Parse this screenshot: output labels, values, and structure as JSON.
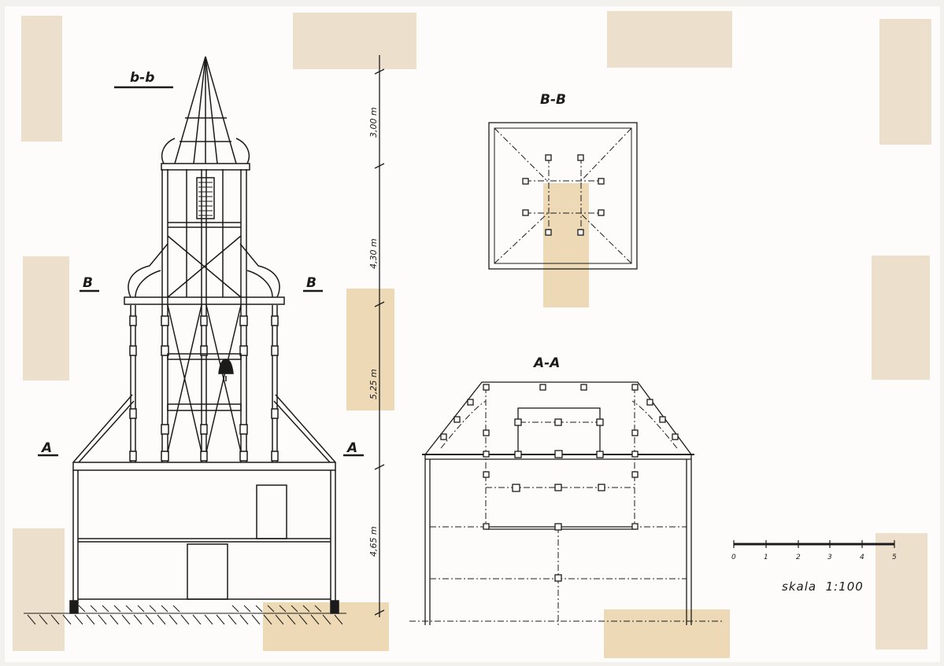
{
  "labels": {
    "section_b_small": "b-b",
    "section_B_left": "B",
    "section_B_right": "B",
    "section_A_left": "A",
    "section_A_right": "A",
    "plan_BB_title": "B-B",
    "plan_AA_title": "A-A"
  },
  "dimensions": [
    "3,00 m",
    "4,30 m",
    "5,25 m",
    "4,65 m"
  ],
  "scale": {
    "text": "skala  1:100",
    "ticks": [
      "0",
      "1",
      "2",
      "3",
      "4",
      "5"
    ]
  },
  "colors": {
    "ink": "#1b1b1b",
    "paper": "#fdfcfa",
    "border": "#f3f1ee",
    "tape": "#e9d9bf",
    "tape_tan": "#e8cfa3"
  }
}
